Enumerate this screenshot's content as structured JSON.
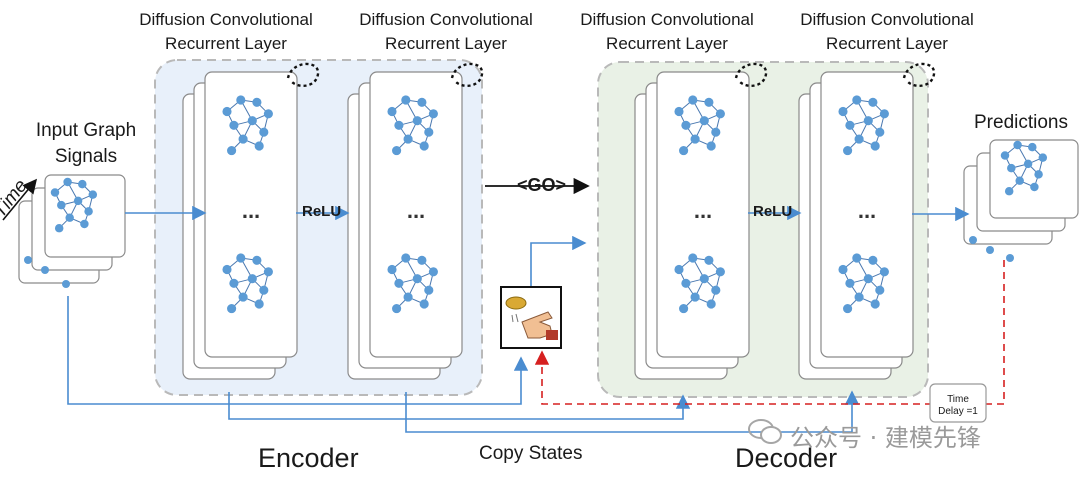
{
  "encoder": {
    "layer1_title": "Diffusion Convolutional\nRecurrent Layer",
    "layer2_title": "Diffusion Convolutional\nRecurrent Layer",
    "label": "Encoder",
    "activation": "ReLU",
    "ellipsis": "..."
  },
  "decoder": {
    "layer1_title": "Diffusion Convolutional\nRecurrent Layer",
    "layer2_title": "Diffusion Convolutional\nRecurrent Layer",
    "label": "Decoder",
    "activation": "ReLU",
    "ellipsis": "..."
  },
  "input": {
    "title": "Input Graph\nSignals",
    "time_label": "Time"
  },
  "output": {
    "title": "Predictions"
  },
  "go_token": "<GO>",
  "copy_states": "Copy States",
  "time_delay": {
    "line1": "Time",
    "line2": "Delay =1"
  },
  "watermark": "公众号 · 建模先锋",
  "colors": {
    "encoder_bg": "#e8f0fa",
    "decoder_bg": "#e9f1e6",
    "node": "#5b9bd5",
    "edge": "#4a78b0",
    "arrow_blue": "#4a8cd0",
    "arrow_red": "#d62020"
  }
}
